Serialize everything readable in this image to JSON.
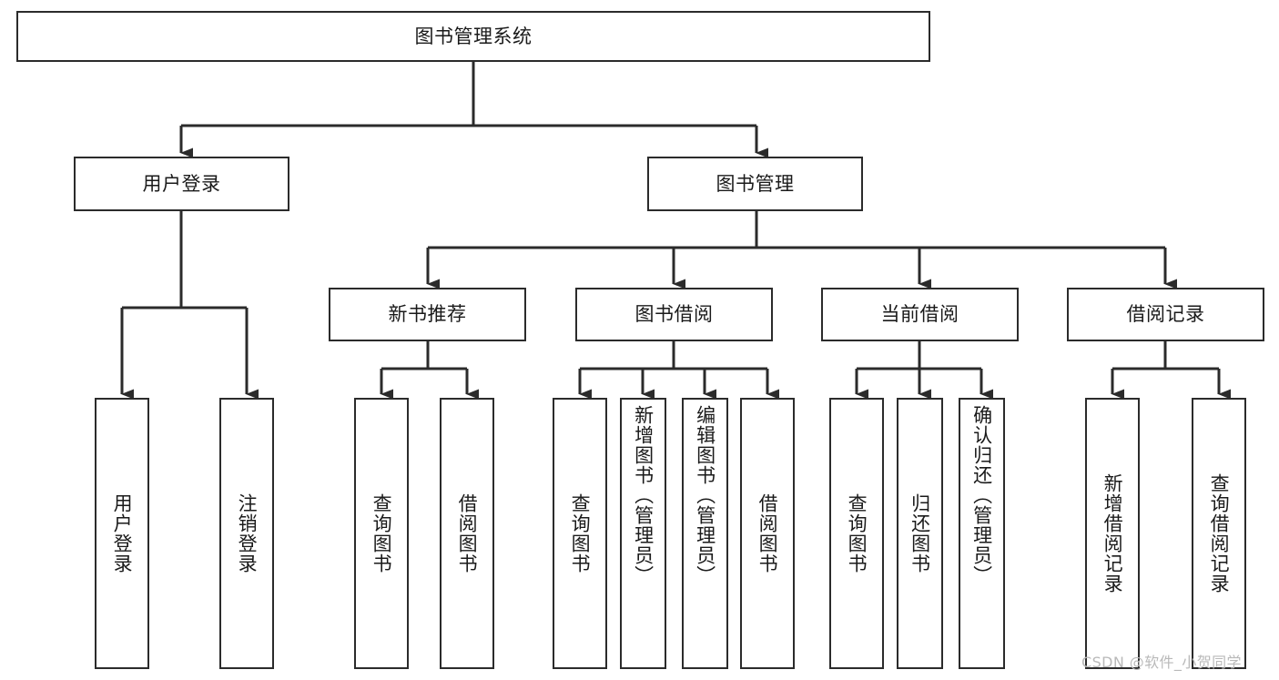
{
  "diagram": {
    "type": "tree-hierarchy-diagram",
    "title": "图书管理系统",
    "colors": {
      "background": "#ffffff",
      "box_border": "#2b2b2b",
      "box_fill": "#ffffff",
      "text": "#1a1a1a",
      "edge": "#2b2b2b",
      "watermark": "#b9b9b9"
    },
    "levels": {
      "level1": [
        "图书管理系统"
      ],
      "level2": [
        "用户登录",
        "图书管理"
      ],
      "level3": [
        "新书推荐",
        "图书借阅",
        "当前借阅",
        "借阅记录"
      ],
      "level4": [
        "用户登录",
        "注销登录",
        "查询图书",
        "借阅图书",
        "查询图书",
        "新增图书（管理员）",
        "编辑图书（管理员）",
        "借阅图书",
        "查询图书",
        "归还图书",
        "确认归还（管理员）",
        "新增借阅记录",
        "查询借阅记录"
      ]
    }
  },
  "nodes": {
    "root": {
      "label": "图书管理系统"
    },
    "user_login": {
      "label": "用户登录"
    },
    "book_mgmt": {
      "label": "图书管理"
    },
    "new_book_rec": {
      "label": "新书推荐"
    },
    "book_borrow": {
      "label": "图书借阅"
    },
    "current_borrow": {
      "label": "当前借阅"
    },
    "borrow_record": {
      "label": "借阅记录"
    },
    "leaf_user_login": {
      "label": "用户登录"
    },
    "leaf_logout": {
      "label": "注销登录"
    },
    "leaf_query_book_1": {
      "label": "查询图书"
    },
    "leaf_borrow_book_1": {
      "label": "借阅图书"
    },
    "leaf_query_book_2": {
      "label": "查询图书"
    },
    "leaf_add_book": {
      "label": "新增图书（管理员）"
    },
    "leaf_edit_book": {
      "label": "编辑图书（管理员）"
    },
    "leaf_borrow_book_2": {
      "label": "借阅图书"
    },
    "leaf_query_book_3": {
      "label": "查询图书"
    },
    "leaf_return_book": {
      "label": "归还图书"
    },
    "leaf_confirm_return": {
      "label": "确认归还（管理员）"
    },
    "leaf_add_record": {
      "label": "新增借阅记录"
    },
    "leaf_query_record": {
      "label": "查询借阅记录"
    }
  },
  "watermark": {
    "text": "CSDN @软件_小贺同学"
  }
}
